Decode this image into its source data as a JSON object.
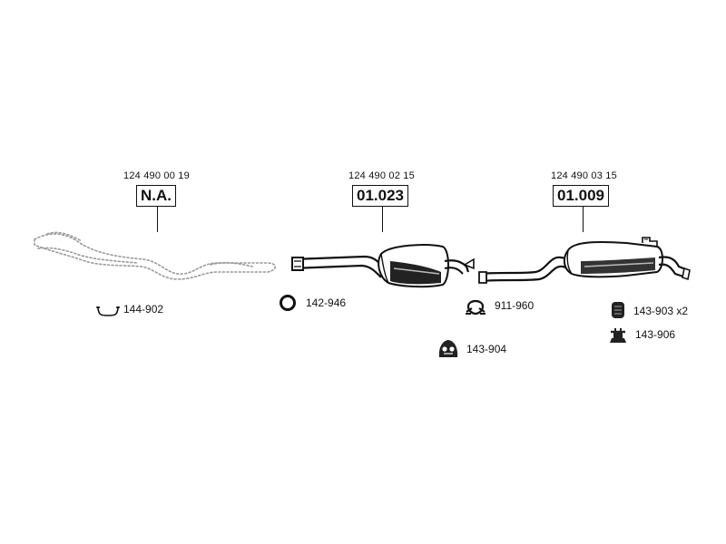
{
  "assemblies": [
    {
      "oem_number": "124 490 00 19",
      "code": "N.A."
    },
    {
      "oem_number": "124 490 02 15",
      "code": "01.023"
    },
    {
      "oem_number": "124 490 03 15",
      "code": "01.009"
    }
  ],
  "accessories": [
    {
      "label": "144-902",
      "icon": "u-clamp-icon"
    },
    {
      "label": "142-946",
      "icon": "gasket-ring-icon"
    },
    {
      "label": "911-960",
      "icon": "pipe-clamp-icon"
    },
    {
      "label": "143-904",
      "icon": "rubber-hanger-icon"
    },
    {
      "label": "143-903 x2",
      "icon": "rubber-mount-icon"
    },
    {
      "label": "143-906",
      "icon": "rubber-buffer-icon"
    }
  ]
}
